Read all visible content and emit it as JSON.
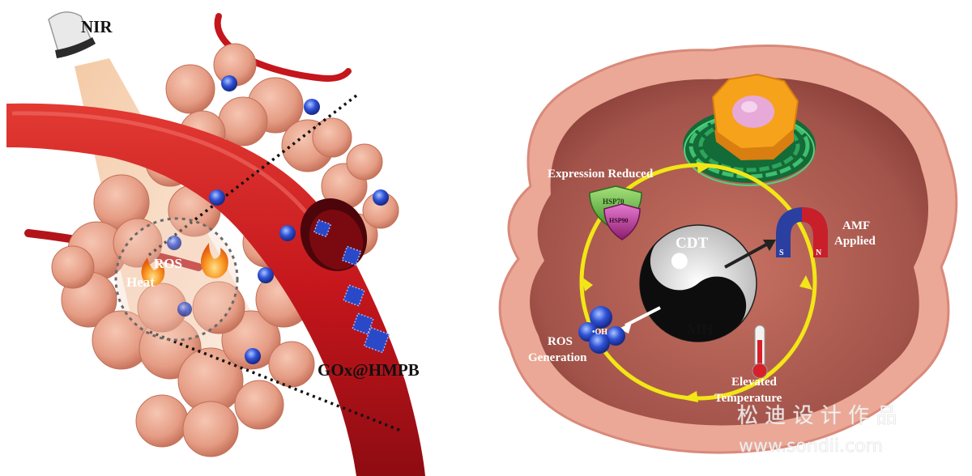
{
  "left_panel": {
    "nir_label": "NIR",
    "ros_label": "ROS",
    "heat_label": "Heat",
    "nanoparticle_label": "GOx@HMPB"
  },
  "right_panel": {
    "expression_reduced_label": "Expression Reduced",
    "hsp70_label": "HSP70",
    "hsp90_label": "HSP90",
    "amf_line1": "AMF",
    "amf_line2": "Applied",
    "magnet_s": "S",
    "magnet_n": "N",
    "cdt_label": "CDT",
    "mh_label": "MH",
    "oh_label": "•OH",
    "ros_line1": "ROS",
    "ros_line2": "Generation",
    "elevated_line1": "Elevated",
    "elevated_line2": "Temperature"
  },
  "watermark": {
    "cn_text": "松 迪 设 计 作 品",
    "url_text": "www.sondii.com"
  },
  "colors": {
    "vessel_red": "#c4161c",
    "tumor_cell": "#e8a48c",
    "cell_membrane": "#e9a594",
    "cytoplasm": "#a8564a",
    "cycle_yellow": "#f2e616",
    "nucleus_orange": "#f7a21b",
    "er_green": "#1f8f4c",
    "particle_blue": "#2a49c8"
  }
}
